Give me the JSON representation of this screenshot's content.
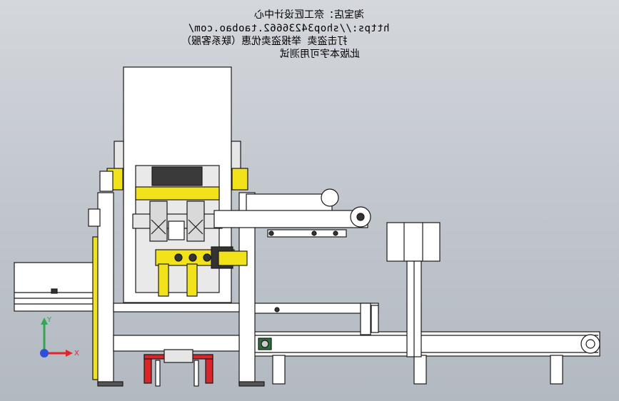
{
  "watermark": {
    "lines": [
      "淘宝店：奈工匠设计中心",
      "https://shop34236662.taobao.com/",
      "打击盗卖 举报盗卖优惠（联系客服）",
      "此版本字可用测试"
    ]
  },
  "triad": {
    "x_label": "X",
    "y_label": "Y",
    "colors": {
      "x": "#e3242b",
      "y": "#2fa84f",
      "z": "#2f4fd6"
    }
  },
  "colors": {
    "background": "#c3c8cf",
    "frame": "#ffffff",
    "stroke": "#1a1a1a",
    "accent_yellow": "#f2e21a",
    "accent_red": "#d8262a",
    "dark_cavity": "#3a3a3a"
  }
}
